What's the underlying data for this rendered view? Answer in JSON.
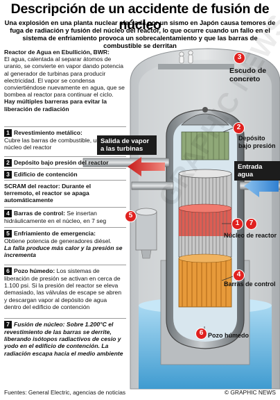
{
  "header": {
    "title": "Descripción de un accidente de fusión de núcleo",
    "subtitle": "Una explosión en una planta nuclear afectada por un sismo en Japón causa temores de fuga de radiación y fusión del núcleo del reactor, lo que ocurre cuando un fallo en el sistema de enfriamiento provoca un sobrecalentamiento y que las barras de combustible se derritan"
  },
  "intro": {
    "title": "Reactor de Agua en Ebullición, BWR:",
    "body": "El agua, calentada al separar átomos de uranio, se convierte en vapor dando potencia al generador de turbinas para producir electricidad. El vapor se condensa conviertiéndose nuevamente en agua, que se bombea al reactor para continuar el ciclo.",
    "emph": "Hay múltiples barreras para evitar la liberación de radiación"
  },
  "steps": [
    {
      "num": "1",
      "title": "Revestimiento metálico:",
      "body": "Cubre las barras de combustible, uranio, en el núcleo del reactor"
    },
    {
      "num": "2",
      "title": "Depósito bajo presión del reactor",
      "body": ""
    },
    {
      "num": "3",
      "title": "Edificio de contención",
      "body": ""
    },
    {
      "num": "4",
      "title": "Barras de control:",
      "body": "Se insertan hidráulicamente en el núcleo, en 7 seg"
    },
    {
      "num": "5",
      "title": "Enfriamiento de emergencia:",
      "body": "Obtiene potencia de generadores diésel.",
      "emph": "La falla produce más calor y la presión se incrementa"
    },
    {
      "num": "6",
      "title": "Pozo húmedo:",
      "body": "Los sistemas de liberación de presión se activan en cerca de 1.100 psi. Si la presión del reactor se eleva demasiado, las válvulas de escape se abren y descargan vapor al depósito de agua dentro del edificio de contención"
    },
    {
      "num": "7",
      "title": "Fusión de núcleo:",
      "body": "Sobre 1.200°C el revestimiento de las barras se derrite, liberando isótopos radiactivos de cesio y yodo en el edificio de contención. La radiación escapa hacia el medio ambiente"
    }
  ],
  "scram": {
    "title": "SCRAM del reactor:",
    "body": "Durante el terremoto, el reactor se apaga automáticamente"
  },
  "labels": {
    "escudo": "Escudo de concreto",
    "deposito": "Depósito bajo presión",
    "salida": "Salida de vapor a las turbinas",
    "entrada": "Entrada agua",
    "nucleo": "Núcleo de reactor",
    "barras": "Barras de control",
    "pozo": "Pozo húmedo"
  },
  "badges": {
    "b1": "1",
    "b2": "2",
    "b3": "3",
    "b4": "4",
    "b5": "5",
    "b6": "6",
    "b7": "7"
  },
  "footer": {
    "sources": "Fuentes: General Electric, agencias de noticias",
    "credit": "© GRAPHIC NEWS"
  },
  "colors": {
    "accent": "#e0211f",
    "water": "#7fc4e8",
    "steel": "#8a8f94",
    "fuel": "#e0902a"
  }
}
